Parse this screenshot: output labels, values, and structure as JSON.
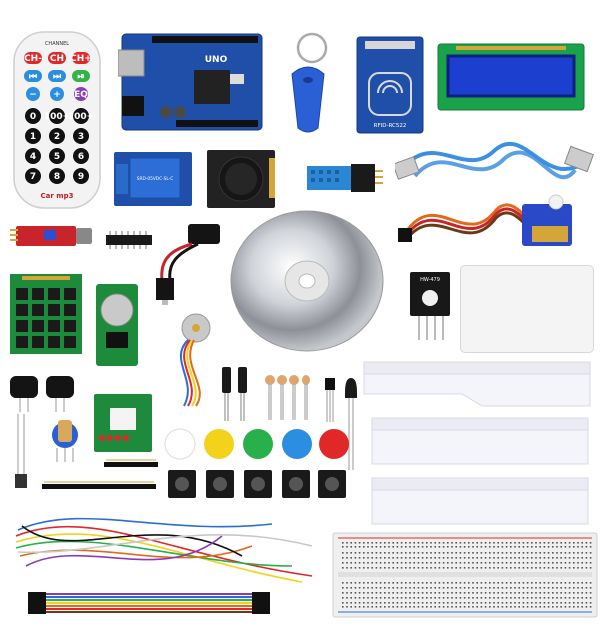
{
  "remote": {
    "header": "CHANNEL",
    "row1": [
      "CH-",
      "CH",
      "CH+"
    ],
    "row2": [
      "⏮",
      "⏭",
      "⏯"
    ],
    "row3": [
      "−",
      "+",
      "EQ"
    ],
    "row4": [
      "0",
      "100+",
      "200+"
    ],
    "row5": [
      "1",
      "2",
      "3"
    ],
    "row6": [
      "4",
      "5",
      "6"
    ],
    "row7": [
      "7",
      "8",
      "9"
    ],
    "brand": "Car mp3"
  },
  "rfid_label": "RFID-RC522",
  "arduino_label": "UNO",
  "relay_label": "SRD-05VDC-SL-C",
  "hw_label": "HW-479",
  "colors": {
    "pcb_blue": "#1f4fa8",
    "pcb_green": "#1d8a3c",
    "pcb_red": "#c8242b",
    "lcd_green": "#1aa24a",
    "lcd_screen": "#1d3fd0",
    "usb_cable": "#3d8fe0",
    "keyfob": "#2a5fd6"
  },
  "buttons": {
    "caps": [
      "#ffffff",
      "#f2d21b",
      "#28b04a",
      "#2b8ee0",
      "#e02828"
    ]
  }
}
